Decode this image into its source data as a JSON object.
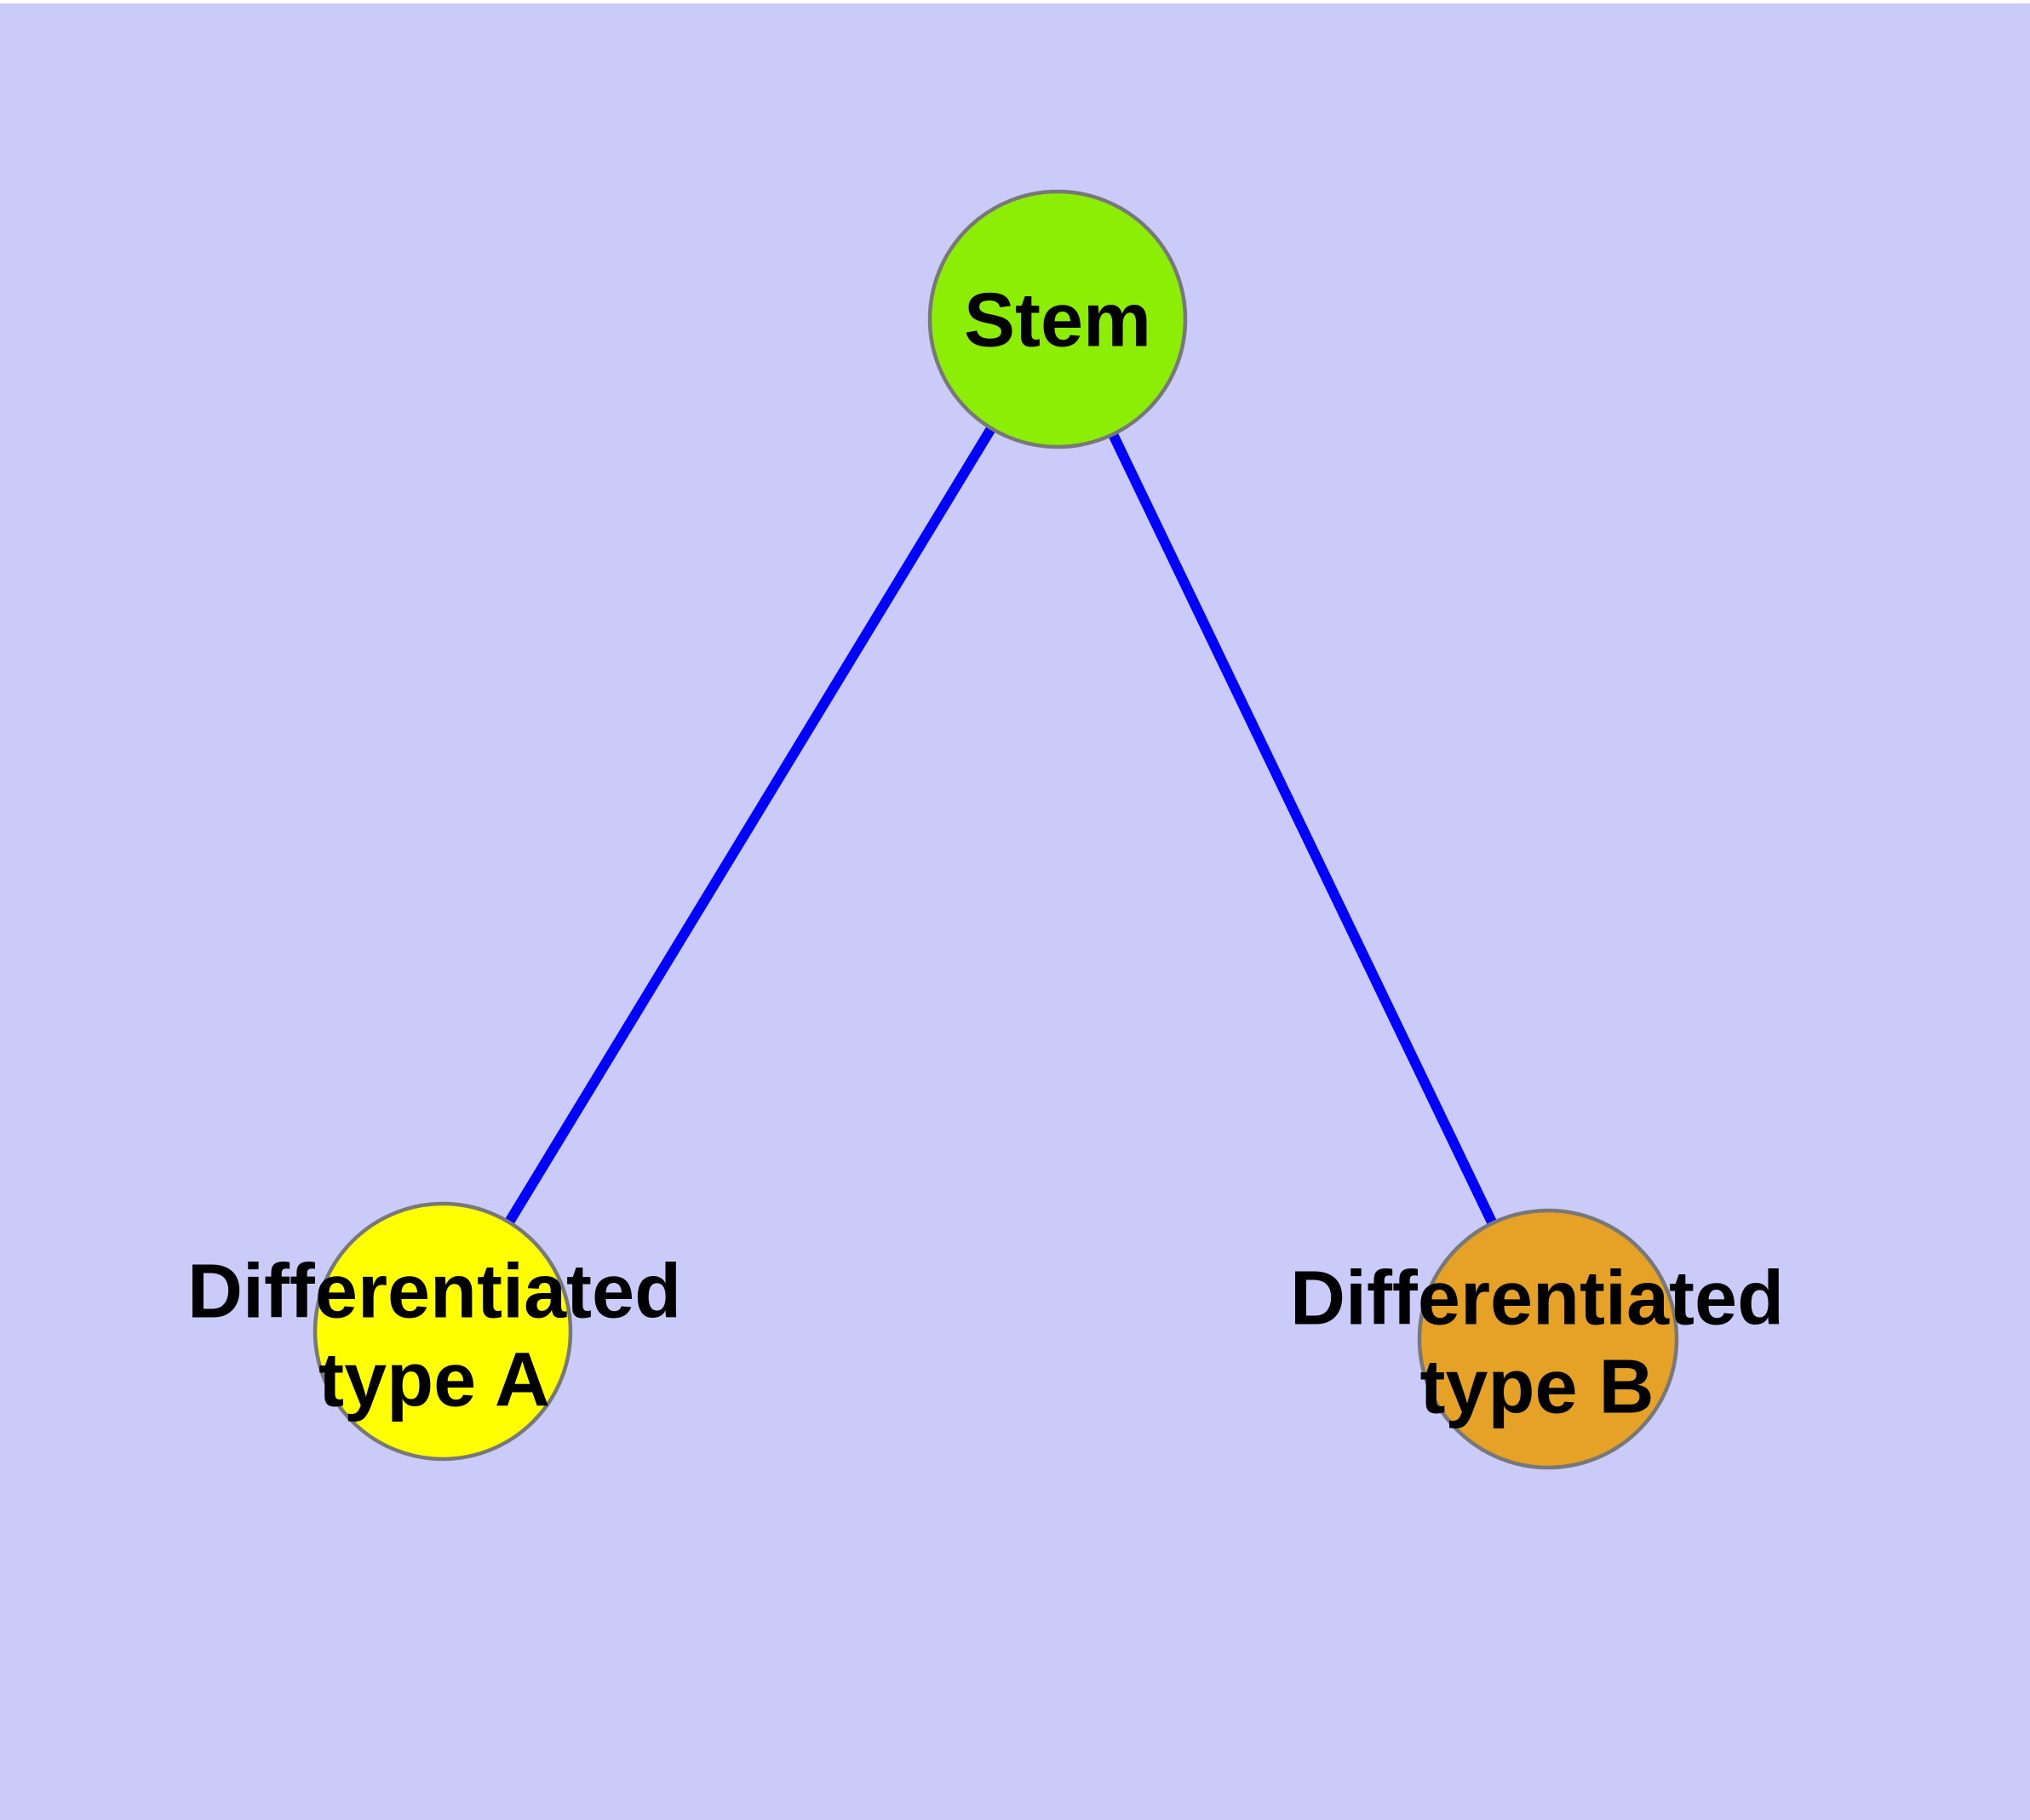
{
  "colors": {
    "page_background": "#FFFFFF",
    "plot_background": "#CBCBFA",
    "node_border": "#787878",
    "edge_color": "#0000FF",
    "label_color": "#000000"
  },
  "graph": {
    "type": "node-link-diagram",
    "nodes": [
      {
        "id": "stem",
        "label": "Stem",
        "fill": "#8CEE05",
        "border": "#787878"
      },
      {
        "id": "differentiated-type-a",
        "label": "Differentiated\ntype A",
        "fill": "#FFFF00",
        "border": "#787878"
      },
      {
        "id": "differentiated-type-b",
        "label": "Differentiated\ntype B",
        "fill": "#E6A227",
        "border": "#787878"
      }
    ],
    "edges": [
      {
        "source": "stem",
        "target": "differentiated-type-a",
        "color": "#0000FF"
      },
      {
        "source": "stem",
        "target": "differentiated-type-b",
        "color": "#0000FF"
      }
    ]
  }
}
